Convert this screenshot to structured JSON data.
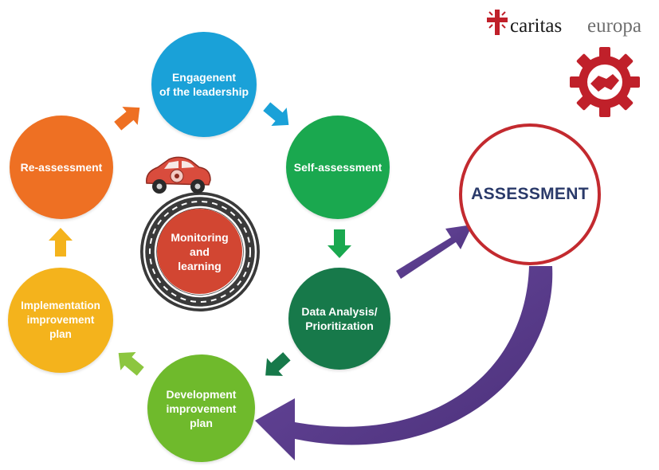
{
  "logo": {
    "brand_word": "caritas",
    "region_word": "europa"
  },
  "cycle": {
    "engagement": "Engagenent\nof the leadership",
    "self_assessment": "Self-assessment",
    "data_analysis": "Data Analysis/\nPrioritization",
    "development": "Development\nimprovement\nplan",
    "implementation": "Implementation\nimprovement\nplan",
    "reassessment": "Re-assessment",
    "center": "Monitoring\nand\nlearning"
  },
  "assessment": {
    "label": "ASSESSMENT"
  },
  "colors": {
    "engagement": "#1aa1d8",
    "self_assessment": "#1aa84f",
    "data_analysis": "#17794a",
    "development": "#6fba2c",
    "implementation": "#f4b31c",
    "reassessment": "#ee7023",
    "center": "#d24632",
    "assessment_ring": "#c32a2f",
    "assessment_text": "#2a3a6a",
    "big_arrow": "#5b3d8a",
    "road": "#3c3c3c",
    "car": "#d94c3d",
    "brand_red": "#c0202a"
  },
  "icons": {
    "brand_mark": "cross-flame-icon",
    "gear_logo": "gear-handshake-icon",
    "car": "car-icon",
    "road": "road-loop-icon"
  }
}
